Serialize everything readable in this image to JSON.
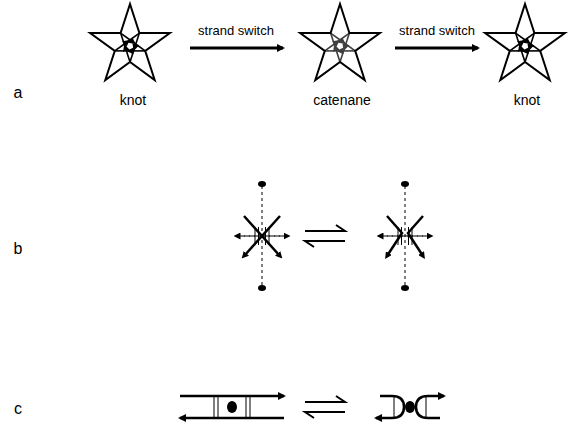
{
  "diagram": {
    "labels": [
      "a",
      "knot",
      "strand switch",
      "catenane",
      "strand switch",
      "knot",
      "b",
      "c"
    ]
  }
}
